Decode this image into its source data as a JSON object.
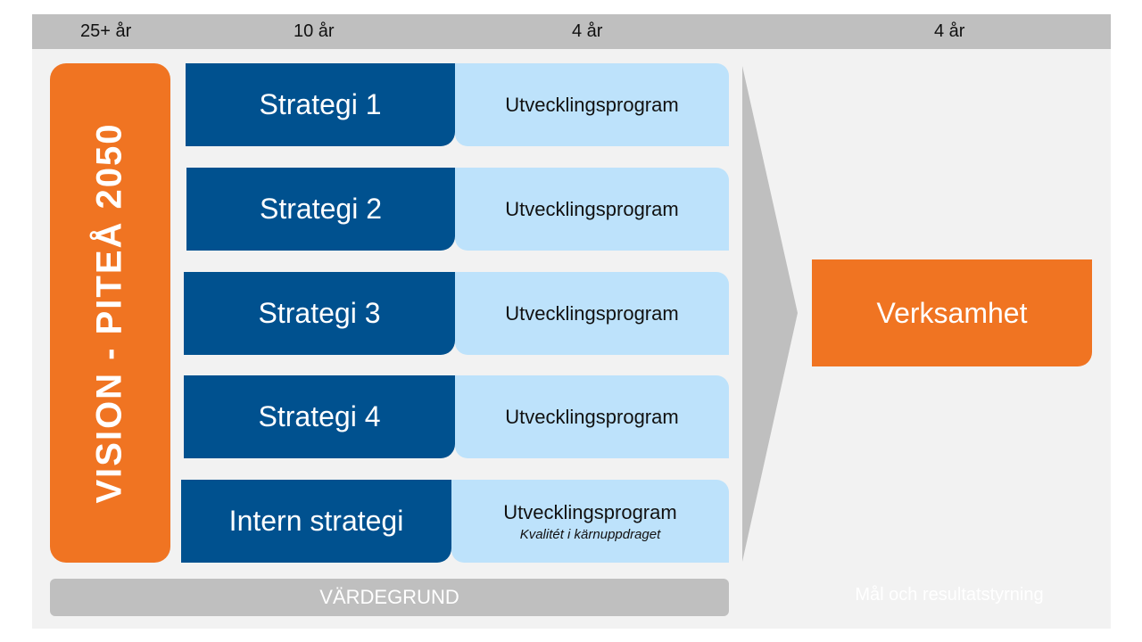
{
  "timeline": {
    "vision_years": "25+ år",
    "strategy_years": "10 år",
    "program_years": "4 år",
    "operations_years": "4 år"
  },
  "vision": {
    "label": "VISION - PITEÅ 2050"
  },
  "strategies": [
    {
      "name": "Strategi 1",
      "program": "Utvecklingsprogram"
    },
    {
      "name": "Strategi 2",
      "program": "Utvecklingsprogram"
    },
    {
      "name": "Strategi 3",
      "program": "Utvecklingsprogram"
    },
    {
      "name": "Strategi 4",
      "program": "Utvecklingsprogram"
    },
    {
      "name": "Intern strategi",
      "program": "Utvecklingsprogram",
      "program_sub": "Kvalitét i kärnuppdraget"
    }
  ],
  "operations": {
    "label": "Verksamhet"
  },
  "foundation": {
    "label": "VÄRDEGRUND"
  },
  "governance": {
    "label": "Mål och resultatstyrning"
  },
  "colors": {
    "orange": "#f07422",
    "dark_blue": "#00518f",
    "light_blue": "#bde2fb",
    "gray": "#bfbfbf",
    "background": "#f2f2f2"
  }
}
